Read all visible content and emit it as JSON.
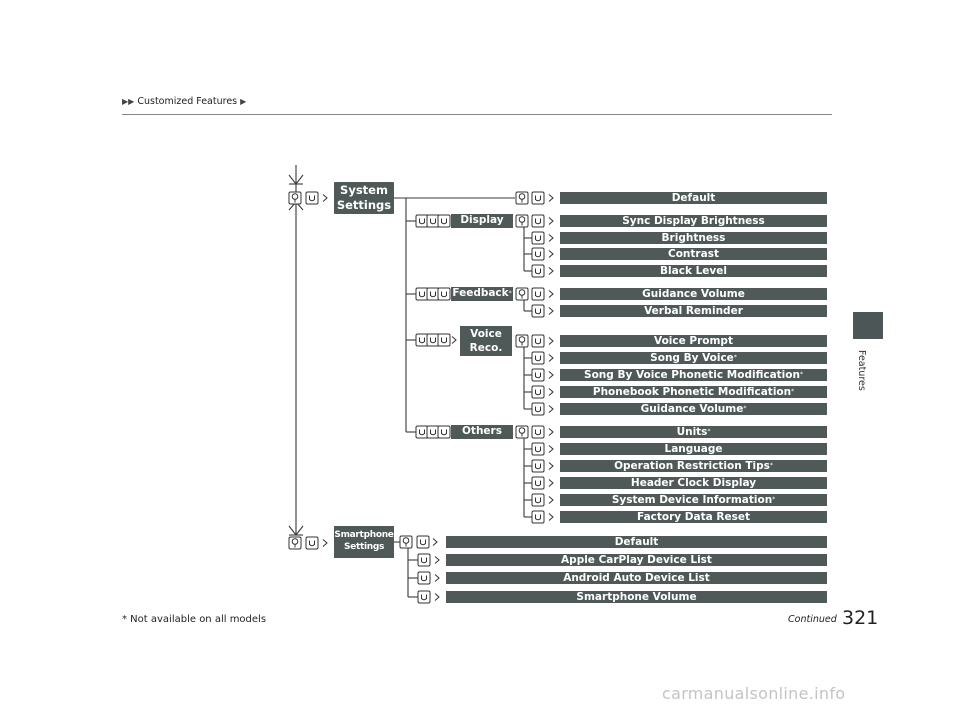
{
  "header": {
    "breadcrumb": "Customized Features"
  },
  "side_tab": {
    "label": "Features"
  },
  "system_settings": {
    "label_line1": "System",
    "label_line2": "Settings",
    "default_item": "Default",
    "groups": [
      {
        "label": "Display",
        "items": [
          {
            "label": "Sync Display Brightness",
            "star": ""
          },
          {
            "label": "Brightness",
            "star": ""
          },
          {
            "label": "Contrast",
            "star": ""
          },
          {
            "label": "Black Level",
            "star": ""
          }
        ]
      },
      {
        "label": "Feedback",
        "star": "*",
        "items": [
          {
            "label": "Guidance Volume",
            "star": ""
          },
          {
            "label": "Verbal Reminder",
            "star": ""
          }
        ]
      },
      {
        "label_line1": "Voice",
        "label_line2": "Reco.",
        "items": [
          {
            "label": "Voice Prompt",
            "star": ""
          },
          {
            "label": "Song By Voice",
            "star": "*"
          },
          {
            "label": "Song By Voice Phonetic Modification",
            "star": "*"
          },
          {
            "label": "Phonebook Phonetic Modification",
            "star": "*"
          },
          {
            "label": "Guidance Volume",
            "star": "*"
          }
        ]
      },
      {
        "label": "Others",
        "items": [
          {
            "label": "Units",
            "star": "*"
          },
          {
            "label": "Language",
            "star": ""
          },
          {
            "label": "Operation Restriction Tips",
            "star": "*"
          },
          {
            "label": "Header Clock Display",
            "star": ""
          },
          {
            "label": "System Device Information",
            "star": "*"
          },
          {
            "label": "Factory Data Reset",
            "star": ""
          }
        ]
      }
    ]
  },
  "smartphone_settings": {
    "label_line1": "Smartphone",
    "label_line2": "Settings",
    "items": [
      "Default",
      "Apple CarPlay Device List",
      "Android Auto Device List",
      "Smartphone Volume"
    ]
  },
  "footer": {
    "note": "* Not available on all models",
    "continued": "Continued",
    "page_number": "321"
  },
  "watermark": "carmanualsonline.info",
  "colors": {
    "bar": "#4f5958",
    "tab": "#4d5656",
    "line": "#3a3a3a"
  }
}
